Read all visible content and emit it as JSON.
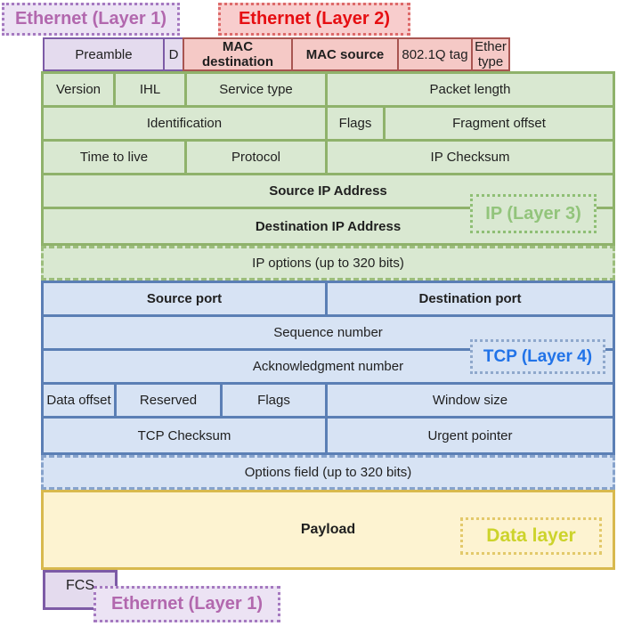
{
  "labels": {
    "eth_l1_top": "Ethernet (Layer 1)",
    "eth_l2": "Ethernet (Layer 2)",
    "ip_l3": "IP (Layer 3)",
    "tcp_l4": "TCP (Layer 4)",
    "data_layer": "Data layer",
    "eth_l1_bottom": "Ethernet (Layer 1)"
  },
  "ethernet": {
    "preamble": "Preamble",
    "sfd": "D",
    "mac_destination": "MAC destination",
    "mac_source": "MAC source",
    "dot1q_tag": "802.1Q tag",
    "ether_type": "Ether type",
    "fcs": "FCS"
  },
  "ip": {
    "version": "Version",
    "ihl": "IHL",
    "service_type": "Service type",
    "packet_length": "Packet length",
    "identification": "Identification",
    "flags": "Flags",
    "fragment_offset": "Fragment offset",
    "time_to_live": "Time to live",
    "protocol": "Protocol",
    "checksum": "IP Checksum",
    "source_address": "Source IP Address",
    "destination_address": "Destination IP Address",
    "options": "IP options (up to 320 bits)"
  },
  "tcp": {
    "source_port": "Source port",
    "destination_port": "Destination port",
    "sequence_number": "Sequence number",
    "acknowledgment_number": "Acknowledgment number",
    "data_offset": "Data offset",
    "reserved": "Reserved",
    "flags": "Flags",
    "window_size": "Window size",
    "checksum": "TCP Checksum",
    "urgent_pointer": "Urgent pointer",
    "options": "Options field (up to 320 bits)"
  },
  "payload": {
    "label": "Payload"
  },
  "colors": {
    "purple_fill": "#e4dbee",
    "purple_border": "#7d5ba6",
    "purple_label_text": "#b268ae",
    "red_fill": "#f5c9c6",
    "red_border": "#a85551",
    "red_label_text": "#e60e12",
    "green_fill": "#d9e8d1",
    "green_border": "#8fb26b",
    "green_label_text": "#92c47b",
    "blue_fill": "#d7e3f4",
    "blue_border": "#5b7fb5",
    "blue_label_text": "#2173e8",
    "yellow_fill": "#fdf3d1",
    "yellow_border": "#d8b94e",
    "yellow_label_text": "#ccd32b"
  }
}
